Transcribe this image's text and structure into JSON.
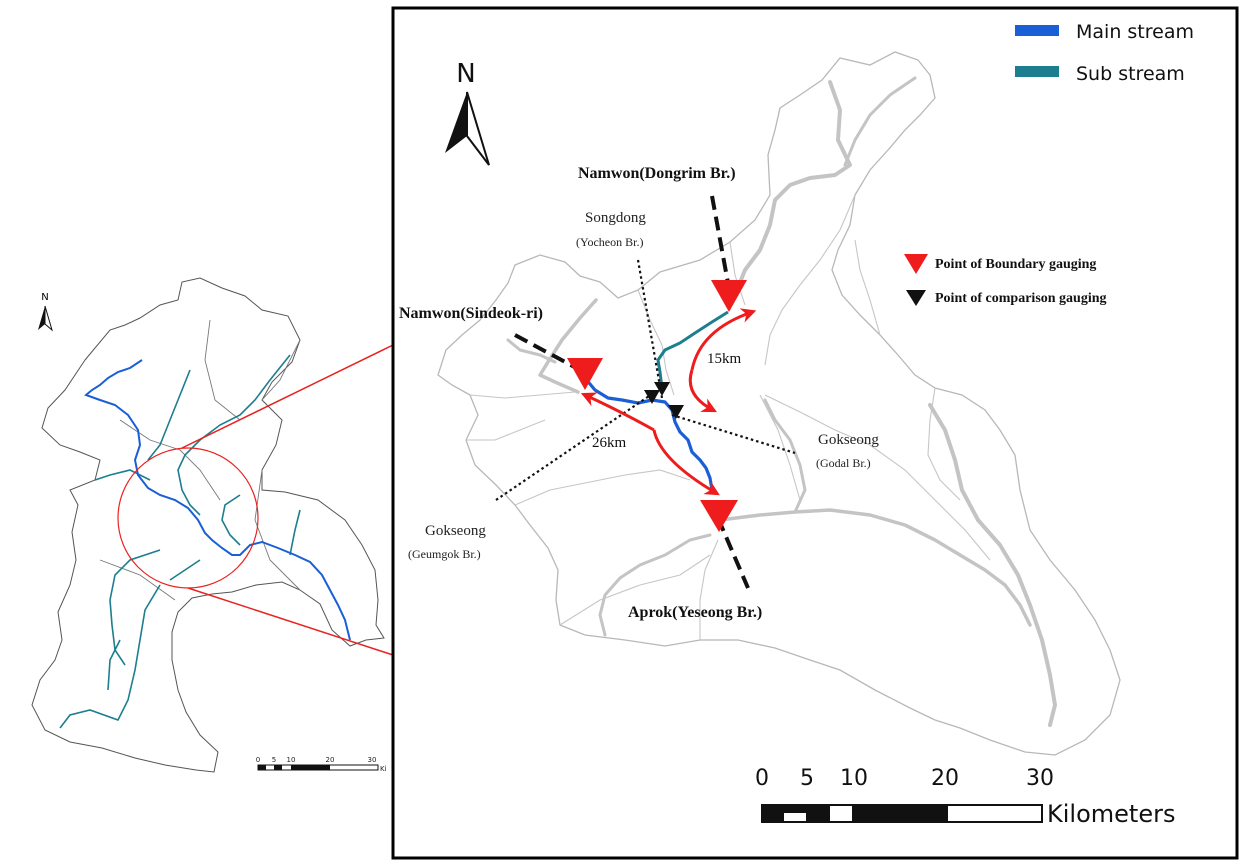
{
  "inset": {
    "north": "N",
    "scale_ticks": [
      "0",
      "5",
      "10",
      "20",
      "30"
    ],
    "scale_unit": "Ki"
  },
  "main_map": {
    "north": "N",
    "legend": {
      "main_stream": "Main stream",
      "sub_stream": "Sub stream",
      "boundary": "Point of Boundary gauging",
      "comparison": "Point of comparison gauging"
    },
    "stations": {
      "dongrim": "Namwon(Dongrim  Br.)",
      "sindeok": "Namwon(Sindeok-ri)",
      "songdong": "Songdong",
      "yocheon": "(Yocheon Br.)",
      "gokseong_godal": "Gokseong",
      "godal": "(Godal Br.)",
      "gokseong_geumgok": "Gokseong",
      "geumgok": "(Geumgok Br.)",
      "aprok": "Aprok(Yeseong  Br.)"
    },
    "distances": {
      "d15": "15km",
      "d26": "26km"
    },
    "scale_ticks": [
      "0",
      "5",
      "10",
      "20",
      "30"
    ],
    "scale_unit": "Kilometers"
  },
  "colors": {
    "main_stream": "#1a5fd6",
    "sub_stream": "#1c7e8e",
    "boundary": "#ee1c1c",
    "comparison": "#111111",
    "zoom_lines": "#e8231f",
    "river_gray": "#c4c4c4"
  }
}
